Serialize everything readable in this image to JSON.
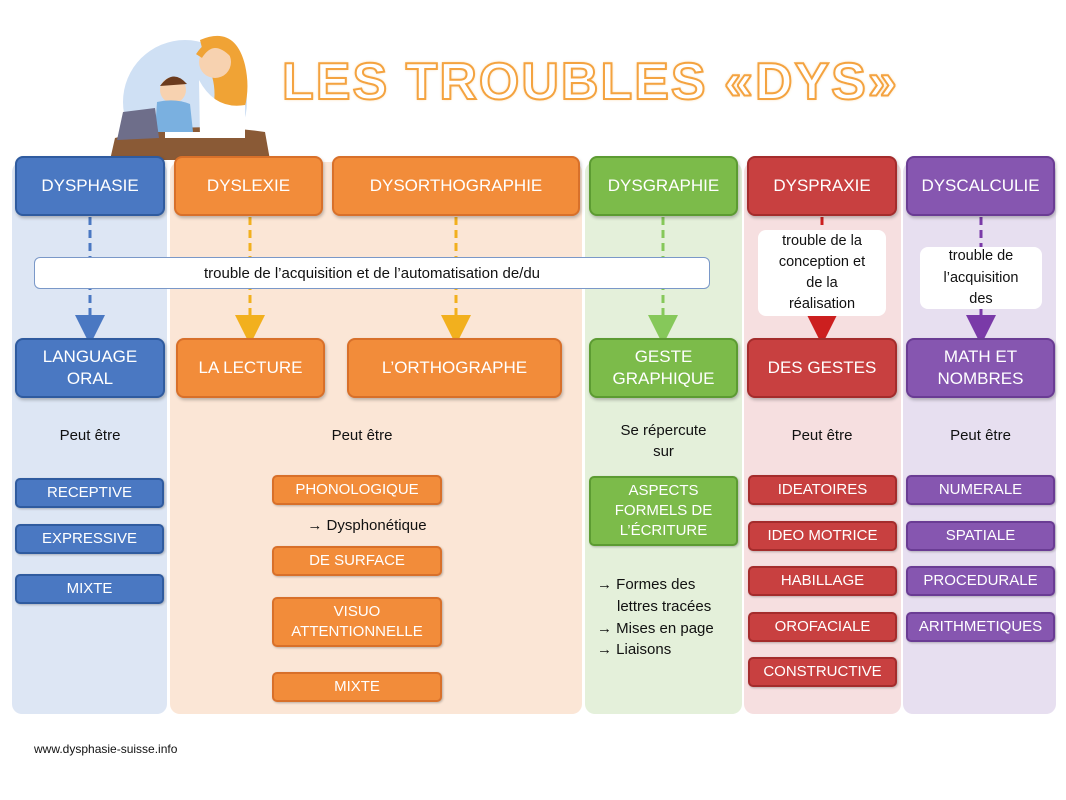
{
  "title": "LES TROUBLES «DYS»",
  "footer_url": "www.dysphasie-suisse.info",
  "colors": {
    "blue": "#4a78c2",
    "orange": "#f28c3a",
    "green": "#7cbb4a",
    "red": "#c84040",
    "purple": "#8656b0"
  },
  "banner_text": "trouble de l’acquisition et de l’automatisation de/du",
  "headers": {
    "dysphasie": "DYSPHASIE",
    "dyslexie": "DYSLEXIE",
    "dysorthographie": "DYSORTHOGRAPHIE",
    "dysgraphie": "DYSGRAPHIE",
    "dyspraxie": "DYSPRAXIE",
    "dyscalculie": "DYSCALCULIE"
  },
  "notes": {
    "dyspraxie": [
      "trouble de la",
      "conception et",
      "de la",
      "réalisation"
    ],
    "dyscalculie": [
      "trouble de",
      "l’acquisition",
      "des"
    ]
  },
  "targets": {
    "language_oral": [
      "LANGUAGE",
      "ORAL"
    ],
    "la_lecture": "LA LECTURE",
    "orthographe": "L’ORTHOGRAPHE",
    "geste_graphique": [
      "GESTE",
      "GRAPHIQUE"
    ],
    "des_gestes": "DES GESTES",
    "math_nombres": [
      "MATH ET",
      "NOMBRES"
    ]
  },
  "captions": {
    "dysphasie": "Peut être",
    "dyslexie": "Peut être",
    "dysgraphie": [
      "Se répercute",
      "sur"
    ],
    "dyspraxie": "Peut être",
    "dyscalculie": "Peut être"
  },
  "dysphasie_items": [
    "RECEPTIVE",
    "EXPRESSIVE",
    "MIXTE"
  ],
  "dyslexie_items": {
    "phonologique": "PHONOLOGIQUE",
    "dysphonetique": "→ Dysphonétique",
    "de_surface": "DE SURFACE",
    "visuo": [
      "VISUO",
      "ATTENTIONNELLE"
    ],
    "mixte": "MIXTE"
  },
  "dysgraphie_items": {
    "aspects": [
      "ASPECTS",
      "FORMELS DE",
      "L’ÉCRITURE"
    ],
    "effects": [
      "→ Formes des",
      "lettres tracées",
      "→ Mises en page",
      "→ Liaisons"
    ]
  },
  "dyspraxie_items": [
    "IDEATOIRES",
    "IDEO MOTRICE",
    "HABILLAGE",
    "OROFACIALE",
    "CONSTRUCTIVE"
  ],
  "dyscalculie_items": [
    "NUMERALE",
    "SPATIALE",
    "PROCEDURALE",
    "ARITHMETIQUES"
  ]
}
